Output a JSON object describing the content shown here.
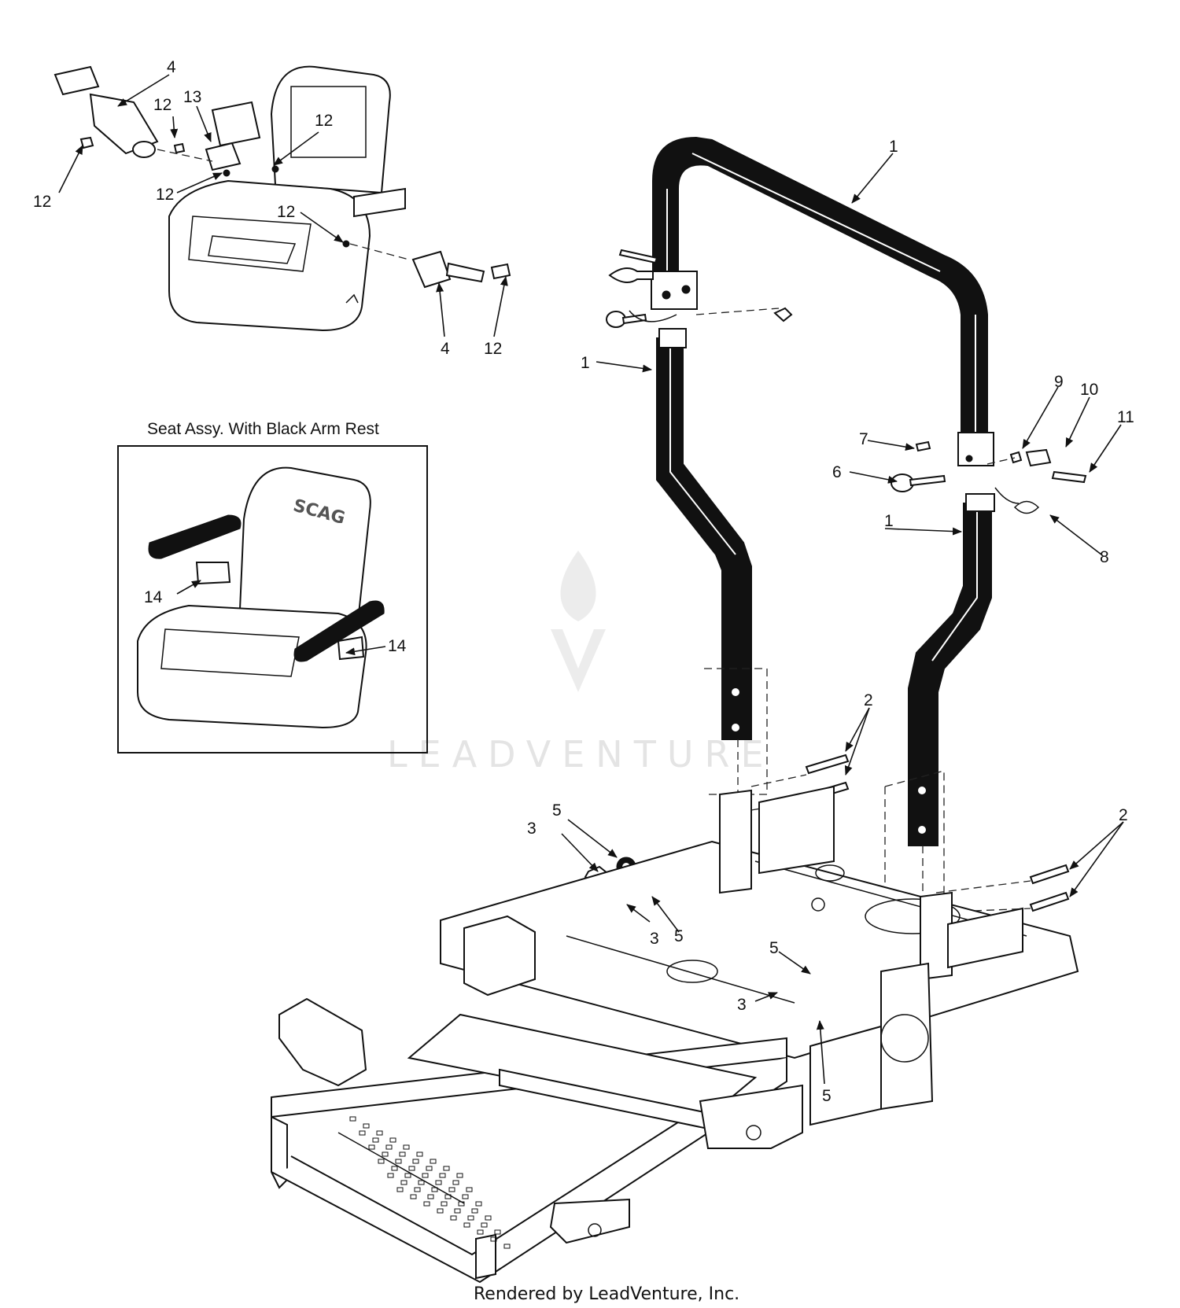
{
  "inset": {
    "title": "Seat Assy. With Black Arm Rest",
    "logo": "SCAG"
  },
  "watermark": {
    "text": "LEADVENTURE"
  },
  "footer": {
    "text": "Rendered by LeadVenture, Inc."
  },
  "callouts": [
    "1",
    "1",
    "1",
    "2",
    "2",
    "3",
    "3",
    "3",
    "4",
    "4",
    "5",
    "5",
    "5",
    "5",
    "6",
    "7",
    "8",
    "9",
    "10",
    "11",
    "12",
    "12",
    "12",
    "12",
    "12",
    "12",
    "13",
    "14",
    "14"
  ]
}
